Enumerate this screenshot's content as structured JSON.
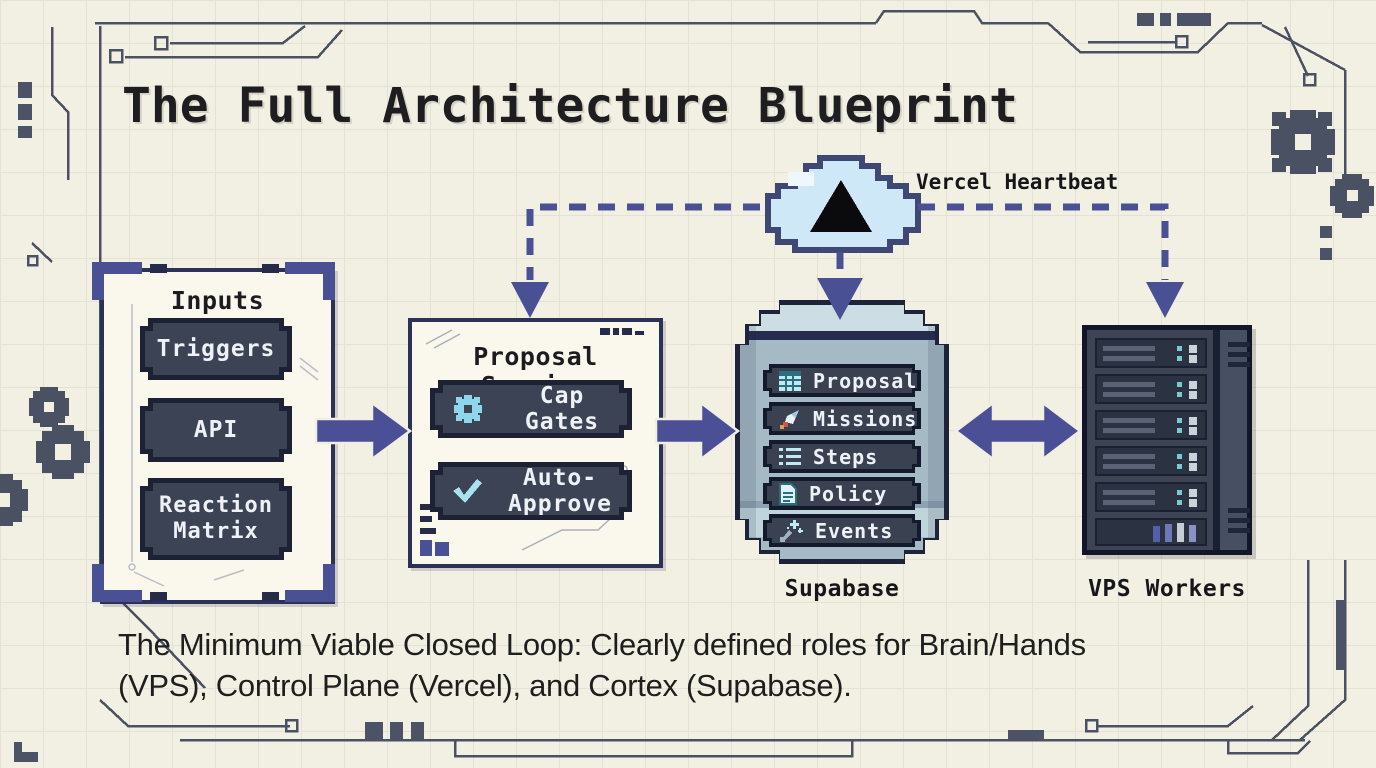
{
  "title": "The Full Architecture Blueprint",
  "cloud": {
    "label": "Vercel Heartbeat",
    "icon": "vercel-triangle-icon"
  },
  "inputs_box": {
    "title": "Inputs",
    "buttons": [
      {
        "label": "Triggers"
      },
      {
        "label": "API"
      },
      {
        "label": "Reaction\nMatrix"
      }
    ]
  },
  "proposal_box": {
    "title": "Proposal Service",
    "buttons": [
      {
        "label": "Cap Gates",
        "icon": "gear-icon"
      },
      {
        "label": "Auto-Approve",
        "icon": "check-icon"
      }
    ]
  },
  "supabase": {
    "label": "Supabase",
    "rows": [
      {
        "label": "Proposals",
        "icon": "table-icon"
      },
      {
        "label": "Missions",
        "icon": "rocket-icon"
      },
      {
        "label": "Steps",
        "icon": "list-icon"
      },
      {
        "label": "Policy",
        "icon": "document-icon"
      },
      {
        "label": "Events",
        "icon": "sparkles-icon"
      }
    ]
  },
  "vps": {
    "label": "VPS Workers"
  },
  "caption": {
    "lines": [
      "The Minimum Viable Closed Loop: Clearly defined roles for Brain/Hands",
      "(VPS), Control Plane (Vercel), and Cortex (Supabase)."
    ]
  },
  "colors": {
    "background": "#f2f0e3",
    "frame": "#4a5163",
    "indigo_accent": "#4a5094",
    "panel_border": "#2c3157",
    "chip_dark": "#3c4354",
    "cyan_icon": "#8fd6ec",
    "cylinder_light": "#ccdde4",
    "cylinder_mid": "#a5bac5",
    "text_dark": "#1e1e20"
  }
}
